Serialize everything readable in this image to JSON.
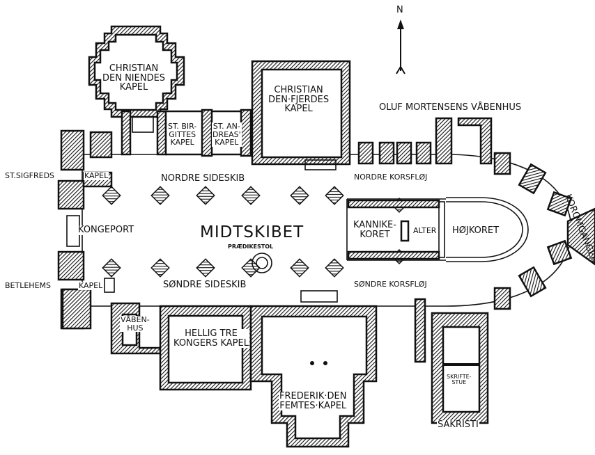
{
  "compass": {
    "letter": "N"
  },
  "labels": {
    "christian_9": "CHRISTIAN\nDEN NIENDES\nKAPEL",
    "christian_4": "CHRISTIAN\nDEN·FJERDES\nKAPEL",
    "birgitte": "ST. BIR-\nGITTES\nKAPEL",
    "andreas": "ST. AN-\nDREAS'\nKAPEL",
    "oluf": "OLUF MORTENSENS VÅBENHUS",
    "sigfred_a": "ST.SIGFREDS",
    "sigfred_b": "KAPEL",
    "nordre_sideskib": "NORDRE SIDESKIB",
    "nordre_korsfloj": "NORDRE KORSFLØJ",
    "kongeport": "KONGEPORT",
    "midtskibet": "MIDTSKIBET",
    "praedikestol": "PRÆDIKESTOL",
    "kannikekoret": "KANNIKE-\nKORET",
    "alter": "ALTER",
    "hojkoret": "HØJKORET",
    "koromgangen": "KOROMGANGEN",
    "betlehems_a": "BETLEHEMS",
    "betlehems_b": "KAPEL",
    "sondre_sideskib": "SØNDRE SIDESKIB",
    "sondre_korsfloj": "SØNDRE KORSFLØJ",
    "vabenhus": "VÅBEN-\nHUS",
    "hellig_tre": "HELLIG TRE\nKONGERS KAPEL",
    "frederik_5": "FREDERIK·DEN\nFEMTES·KAPEL",
    "skriftestue": "SKRIFTE-\nSTUE",
    "sakristi": "SAKRISTI"
  }
}
